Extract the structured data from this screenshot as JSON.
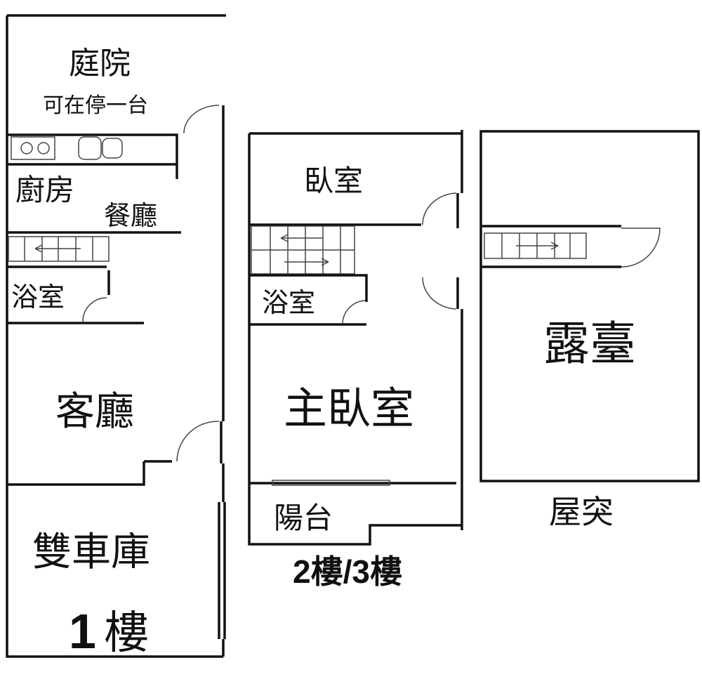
{
  "floor1": {
    "yard": "庭院",
    "yard_note": "可在停一台",
    "kitchen": "廚房",
    "dining": "餐廳",
    "bath": "浴室",
    "living": "客廳",
    "garage": "雙車庫",
    "floor_num": "1",
    "floor_suffix": "樓"
  },
  "floor2": {
    "bedroom": "臥室",
    "bath": "浴室",
    "master": "主臥室",
    "balcony": "陽台",
    "floor_label": "2樓/3樓"
  },
  "roof": {
    "terrace": "露臺",
    "label": "屋突"
  }
}
